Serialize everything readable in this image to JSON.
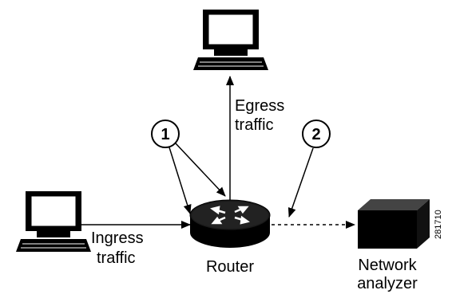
{
  "labels": {
    "egress_line1": "Egress",
    "egress_line2": "traffic",
    "ingress_line1": "Ingress",
    "ingress_line2": "traffic",
    "router": "Router",
    "analyzer_line1": "Network",
    "analyzer_line2": "analyzer"
  },
  "callouts": {
    "one": "1",
    "two": "2"
  },
  "figure_number": "281710",
  "icons": {
    "top_host": "computer-icon",
    "left_host": "computer-icon",
    "router": "router-icon",
    "analyzer": "network-analyzer-icon"
  }
}
